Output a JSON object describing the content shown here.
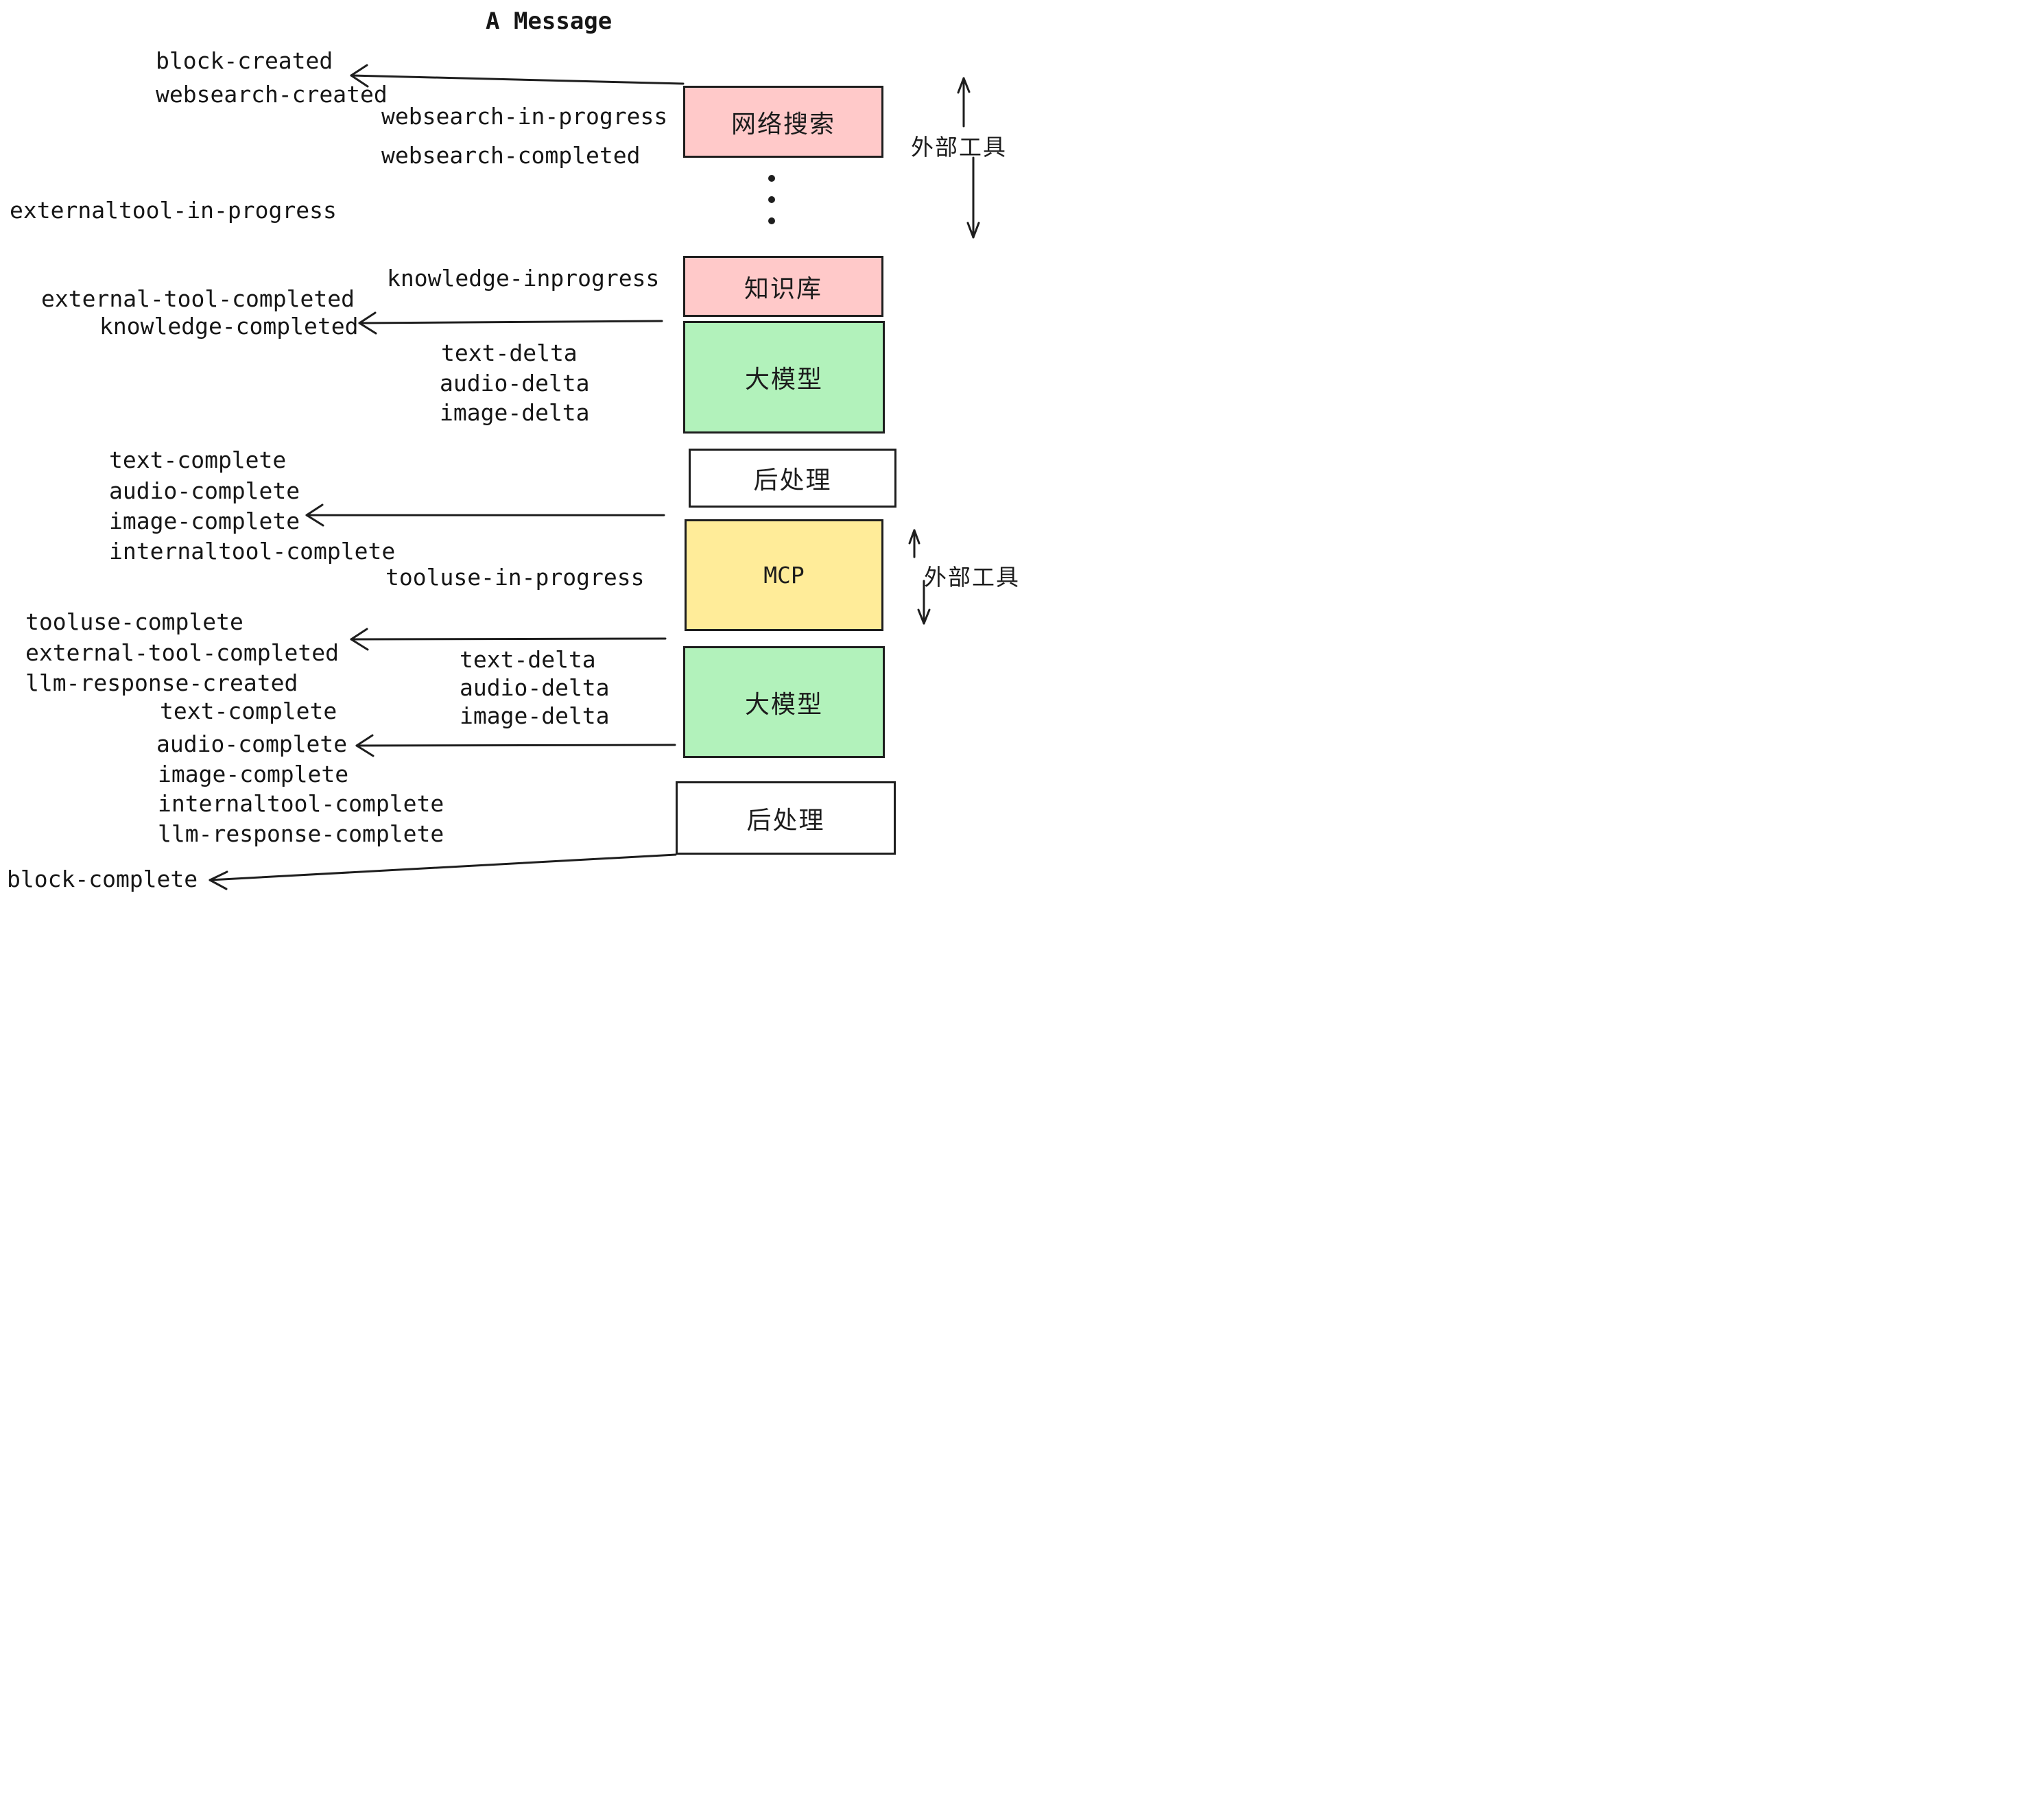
{
  "title": "A Message",
  "labels": {
    "block_created": "block-created",
    "websearch_created": "websearch-created",
    "websearch_in_progress": "websearch-in-progress",
    "websearch_completed": "websearch-completed",
    "externaltool_in_progress": "externaltool-in-progress",
    "knowledge_inprogress": "knowledge-inprogress",
    "external_tool_completed_1": "external-tool-completed",
    "knowledge_completed": "knowledge-completed",
    "text_delta_1": "text-delta",
    "audio_delta_1": "audio-delta",
    "image_delta_1": "image-delta",
    "text_complete_1": "text-complete",
    "audio_complete_1": "audio-complete",
    "image_complete_1": "image-complete",
    "internaltool_complete_1": "internaltool-complete",
    "tooluse_in_progress": "tooluse-in-progress",
    "tooluse_complete": "tooluse-complete",
    "external_tool_completed_2": "external-tool-completed",
    "llm_response_created": "llm-response-created",
    "text_complete_2": "text-complete",
    "text_delta_2": "text-delta",
    "audio_delta_2": "audio-delta",
    "image_delta_2": "image-delta",
    "audio_complete_2": "audio-complete",
    "image_complete_2": "image-complete",
    "internaltool_complete_2": "internaltool-complete",
    "llm_response_complete": "llm-response-complete",
    "block_complete": "block-complete"
  },
  "boxes": {
    "websearch": "网络搜索",
    "knowledge": "知识库",
    "llm_top": "大模型",
    "post_top": "后处理",
    "mcp": "MCP",
    "llm_bottom": "大模型",
    "post_bottom": "后处理"
  },
  "side_labels": {
    "external_tools_top": "外部工具",
    "external_tools_bottom": "外部工具"
  },
  "colors": {
    "pink": "#ffc9c9",
    "green": "#b2f2bb",
    "yellow": "#ffec99",
    "white": "#ffffff",
    "ink": "#1e1e1e"
  }
}
